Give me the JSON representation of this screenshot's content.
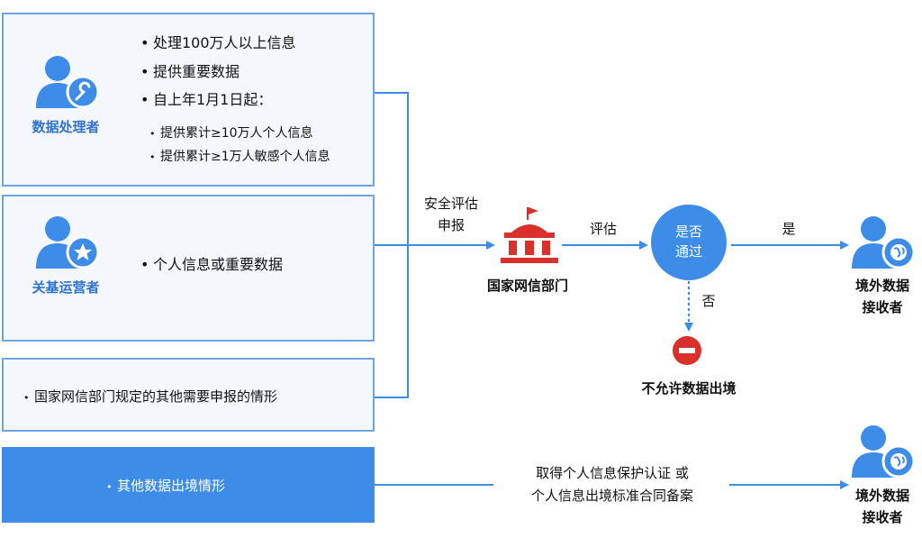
{
  "box1": {
    "role": "数据处理者",
    "items": [
      "处理100万人以上信息",
      "提供重要数据",
      "自上年1月1日起："
    ],
    "subitems": [
      "提供累计≥10万人个人信息",
      "提供累计≥1万人敏感个人信息"
    ]
  },
  "box2": {
    "role": "关基运营者",
    "items": [
      "个人信息或重要数据"
    ]
  },
  "box3": {
    "items": [
      "国家网信部门规定的其他需要申报的情形"
    ]
  },
  "box4": {
    "items": [
      "其他数据出境情形"
    ]
  },
  "flow": {
    "apply_label_line1": "安全评估",
    "apply_label_line2": "申报",
    "authority": "国家网信部门",
    "assess_label": "评估",
    "decision_line1": "是否",
    "decision_line2": "通过",
    "yes_label": "是",
    "no_label": "否",
    "reject_label": "不允许数据出境",
    "receiver_line1": "境外数据",
    "receiver_line2": "接收者",
    "alt_line1": "取得个人信息保护认证 或",
    "alt_line2": "个人信息出境标准合同备案",
    "receiver2_line1": "境外数据",
    "receiver2_line2": "接收者"
  },
  "colors": {
    "accent": "#3d8ce8",
    "border": "#6ea4e4",
    "authority_red": "#d9302c",
    "reject_red": "#d9302c"
  }
}
